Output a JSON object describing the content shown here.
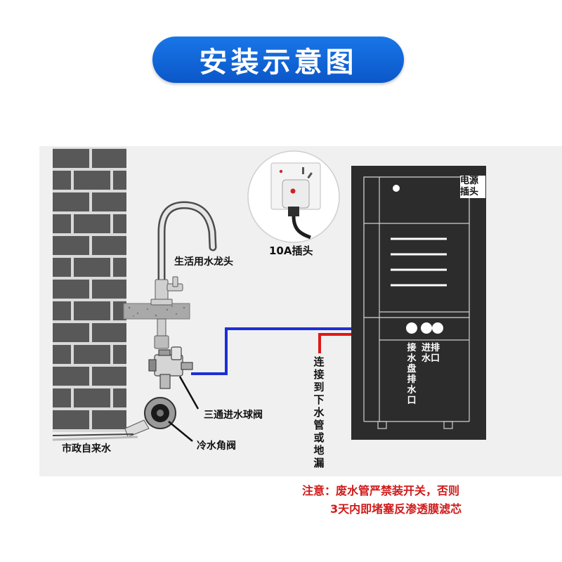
{
  "title": "安装示意图",
  "labels": {
    "plug": "10A插头",
    "faucet": "生活用水龙头",
    "three_way_valve": "三通进水球阀",
    "angle_valve": "冷水角阀",
    "municipal_water": "市政自来水",
    "power_plug": "电源插头",
    "inlet_outlet": "进排水口",
    "drain_tray": "接水盘排水口",
    "connect_drain": "连接到下水管或地漏"
  },
  "notice": {
    "line1": "注意：废水管严禁装开关，否则",
    "line2": "3天内即堵塞反渗透膜滤芯"
  },
  "colors": {
    "title_bg": "#1565d8",
    "cold_pipe": "#1d2fd6",
    "waste_pipe": "#e01818",
    "brick": "#555555",
    "machine": "#2c2c2c",
    "notice_text": "#d01a1a"
  },
  "icons": [
    "brick-wall",
    "faucet-icon",
    "ball-valve-icon",
    "angle-valve-icon",
    "socket-plug-icon",
    "water-purifier-icon"
  ]
}
